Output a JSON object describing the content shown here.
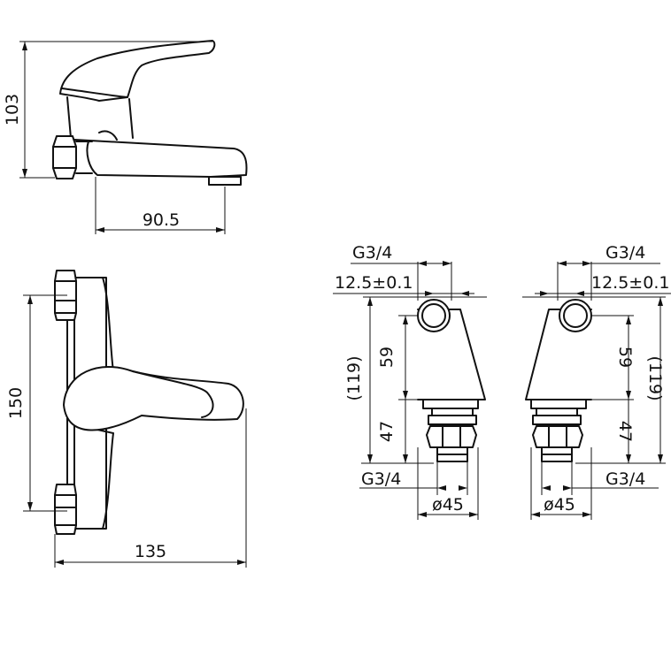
{
  "dimensions": {
    "side_height": "103",
    "side_spout_reach": "90.5",
    "top_width": "150",
    "top_length": "135",
    "left_connector": {
      "thread_top": "G3/4",
      "offset": "12.5±0.1",
      "height_upper": "59",
      "height_total": "(119)",
      "height_lower": "47",
      "thread_bottom": "G3/4",
      "diameter": "ø45"
    },
    "right_connector": {
      "thread_top": "G3/4",
      "offset": "12.5±0.1",
      "height_upper": "59",
      "height_total": "(119)",
      "height_lower": "47",
      "thread_bottom": "G3/4",
      "diameter": "ø45"
    }
  }
}
